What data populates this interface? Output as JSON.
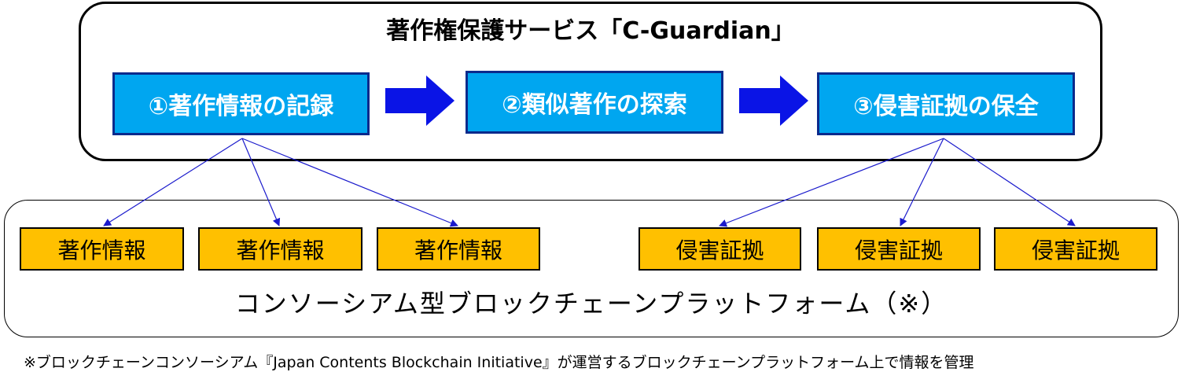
{
  "service": {
    "title": "著作権保護サービス「C-Guardian」",
    "steps": [
      "①著作情報の記録",
      "②類似著作の探索",
      "③侵害証拠の保全"
    ]
  },
  "platform": {
    "records_left": [
      "著作情報",
      "著作情報",
      "著作情報"
    ],
    "records_right": [
      "侵害証拠",
      "侵害証拠",
      "侵害証拠"
    ],
    "label": "コンソーシアム型ブロックチェーンプラットフォーム（※）"
  },
  "footnote": "※ブロックチェーンコンソーシアム『Japan Contents Blockchain Initiative』が運営するブロックチェーンプラットフォーム上で情報を管理",
  "colors": {
    "step_fill": "#00a6f0",
    "step_border": "#0b2a8c",
    "record_fill": "#ffc000",
    "arrow_fill": "#0a14e6",
    "connector": "#1a1acc"
  }
}
